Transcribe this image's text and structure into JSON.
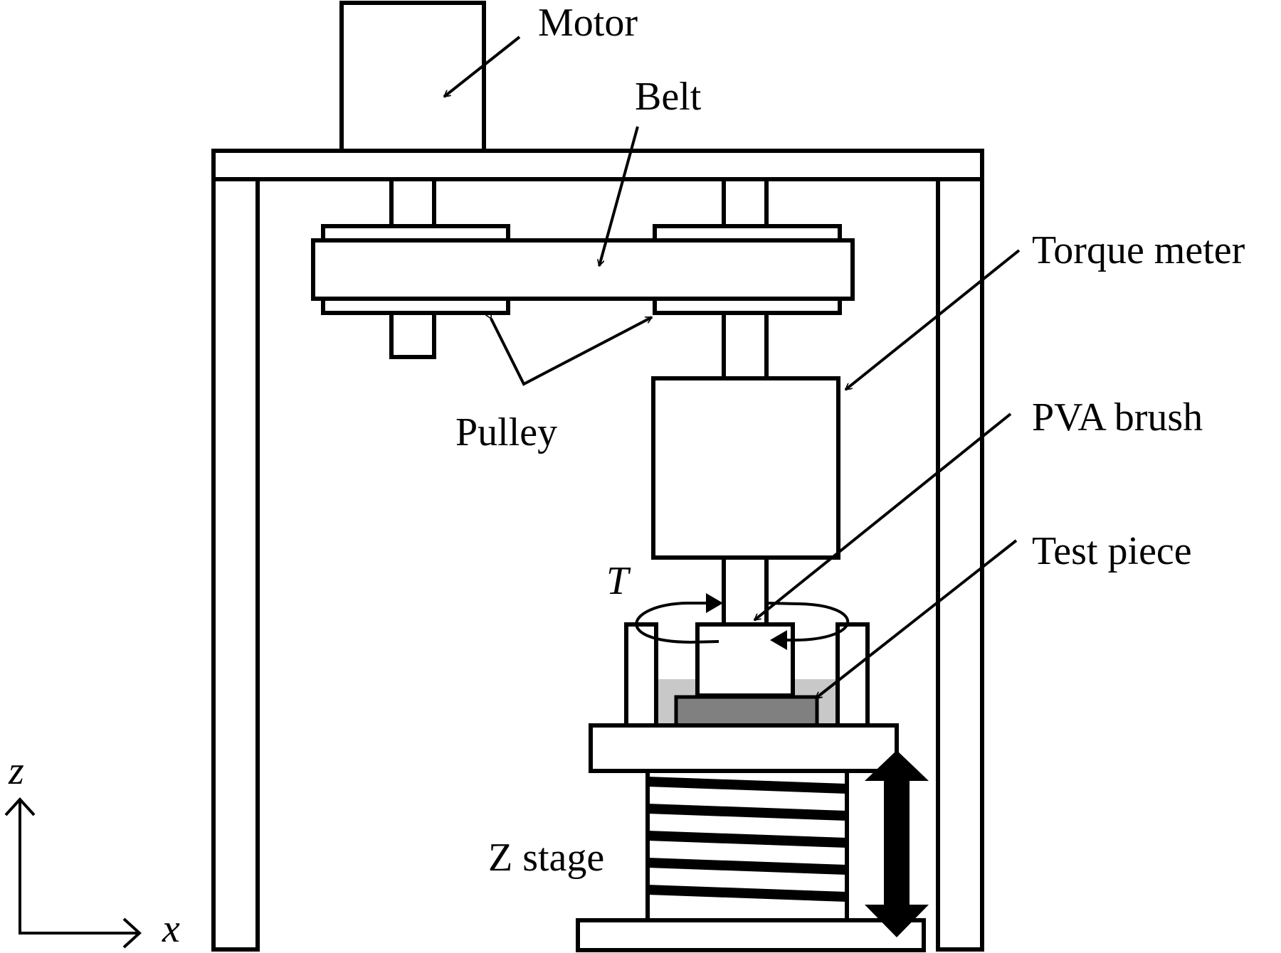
{
  "labels": {
    "motor": "Motor",
    "belt": "Belt",
    "torque_meter": "Torque meter",
    "pulley": "Pulley",
    "pva_brush": "PVA brush",
    "test_piece": "Test piece",
    "torque": "T",
    "z_stage": "Z stage",
    "axis_z": "z",
    "axis_x": "x"
  },
  "colors": {
    "line": "#000000",
    "liquid": "#c8c8c8",
    "test_piece": "#808080"
  }
}
